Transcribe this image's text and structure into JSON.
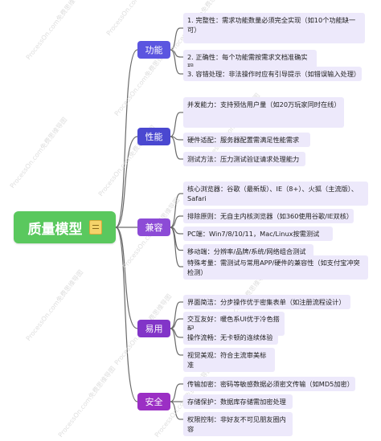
{
  "root": {
    "label": "质量模型",
    "icon": "note-icon"
  },
  "watermark": "ProcessOn.com免费思维导图",
  "colors": {
    "root": "#5ac85e",
    "line": "#6a6a6a",
    "leaf_bg": "#ede9fb"
  },
  "branches": [
    {
      "label": "功能",
      "color": "#5b55e0",
      "items": [
        "1. 完整性：需求功能数量必须完全实现（如10个功能缺一可）",
        "2. 正确性：每个功能需按需求文档准确实现",
        "3. 容错处理：非法操作时应有引导提示（如错误输入处理）"
      ]
    },
    {
      "label": "性能",
      "color": "#4a48d0",
      "items": [
        "并发能力：支持预估用户量（如20万玩家同时在线）",
        "硬件适配：服务器配置需满足性能需求",
        "测试方法：压力测试验证请求处理能力"
      ]
    },
    {
      "label": "兼容",
      "color": "#8c4bd6",
      "items": [
        "核心浏览器：谷歌（最新版）、IE（8+）、火狐（主流版）、Safari",
        "排除原则：无自主内核浏览器（如360使用谷歌/IE双核）",
        "PC端：Win7/8/10/11，Mac/Linux按需测试",
        "移动端：分辨率/品牌/系统/网络组合测试",
        "特殊考量：需测试与常用APP/硬件的兼容性（如支付宝冲突检测）"
      ]
    },
    {
      "label": "易用",
      "color": "#8235c8",
      "items": [
        "界面简洁：分步操作优于密集表单（如注册流程设计）",
        "交互友好：暖色系UI优于冷色搭配",
        "操作流畅：无卡顿的连续体验",
        "视觉美观：符合主流审美标准"
      ]
    },
    {
      "label": "安全",
      "color": "#9b2fc4",
      "items": [
        "传输加密：密码等敏感数据必须密文传输（如MD5加密）",
        "存储保护：数据库存储需加密处理",
        "权限控制：非好友不可见朋友圈内容"
      ]
    }
  ]
}
